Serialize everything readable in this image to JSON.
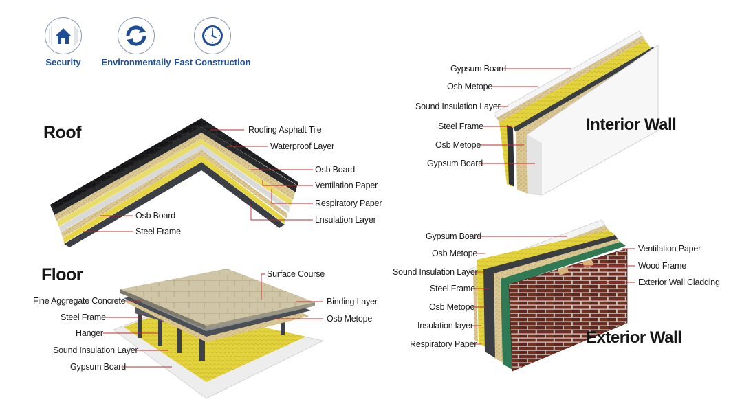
{
  "features": [
    {
      "label": "Security",
      "icon": "house-icon"
    },
    {
      "label": "Environmentally",
      "icon": "recycle-arrows-icon"
    },
    {
      "label": "Fast Construction",
      "icon": "clock-icon"
    }
  ],
  "colors": {
    "feature_text": "#1f4e96",
    "leader_line": "#c0282c",
    "insulation": "#e2d23c",
    "osb": "#dcc894",
    "steel": "#3e4248",
    "membrane": "#2f7a55",
    "brick": "#6e2c22",
    "gypsum": "#f2f2f2"
  },
  "roof": {
    "title": "Roof",
    "labels": [
      "Roofing Asphalt Tile",
      "Waterproof Layer",
      "Osb Board",
      "Ventilation Paper",
      "Respiratory Paper",
      "Lnsulation Layer",
      "Osb Board",
      "Steel Frame"
    ]
  },
  "floor": {
    "title": "Floor",
    "labels": [
      "Surface Course",
      "Fine Aggregate Concrete",
      "Binding Layer",
      "Steel Frame",
      "Osb Metope",
      "Hanger",
      "Sound Insulation Layer",
      "Gypsum Board"
    ]
  },
  "interior_wall": {
    "title": "Interior Wall",
    "labels": [
      "Gypsum Board",
      "Osb Metope",
      "Sound Insulation Layer",
      "Steel Frame",
      "Osb Metope",
      "Gypsum Board"
    ]
  },
  "exterior_wall": {
    "title": "Exterior Wall",
    "labels": [
      "Gypsum Board",
      "Osb Metope",
      "Sound Insulation Layer",
      "Steel Frame",
      "Osb Metope",
      "Insulation layer",
      "Respiratory Paper",
      "Ventilation Paper",
      "Wood Frame",
      "Exterior Wall Cladding"
    ]
  }
}
